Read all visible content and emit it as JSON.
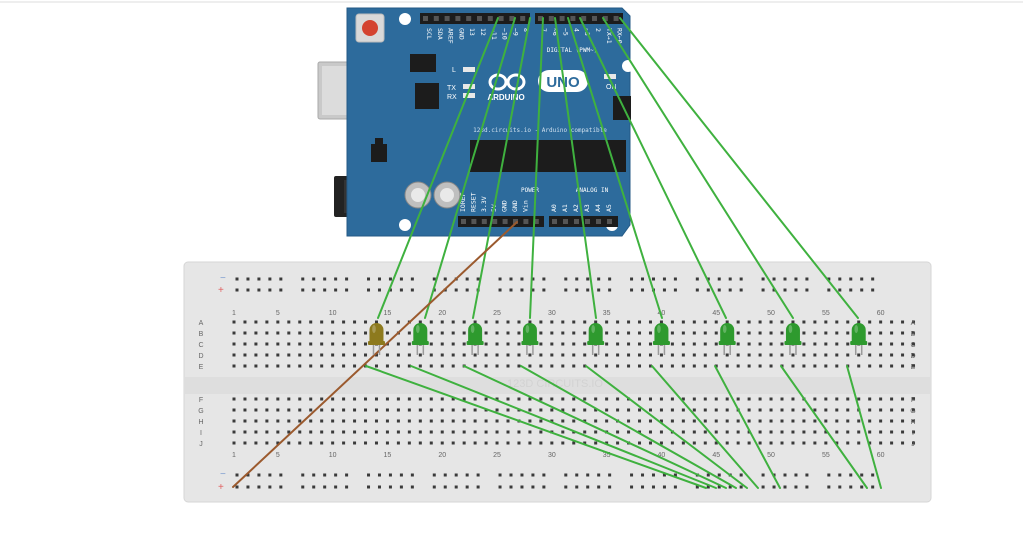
{
  "board": {
    "reset_label": "RESET",
    "brand": "ARDUINO",
    "model": "UNO",
    "on_label": "ON",
    "l_label": "L",
    "tx_label": "TX",
    "rx_label": "RX",
    "chip_text": "123d.circuits.io - Arduino compatible",
    "digital_label": "DIGITAL (PWM~)",
    "power_label": "POWER",
    "analog_label": "ANALOG IN",
    "top_pins": [
      "SCL",
      "SDA",
      "AREF",
      "GND",
      "13",
      "12",
      "~11",
      "~10",
      "~9",
      "8",
      "7",
      "~6",
      "~5",
      "4",
      "~3",
      "2",
      "TX→1",
      "RX←0"
    ],
    "bottom_pins": [
      "IOREF",
      "RESET",
      "3.3V",
      "5V",
      "GND",
      "GND",
      "Vin",
      "A0",
      "A1",
      "A2",
      "A3",
      "A4",
      "A5"
    ]
  },
  "breadboard": {
    "watermark": "123D CIRCUITS.IO",
    "column_numbers": [
      "1",
      "5",
      "10",
      "15",
      "20",
      "25",
      "30",
      "35",
      "40",
      "45",
      "50",
      "55",
      "60"
    ],
    "rows_top": [
      "A",
      "B",
      "C",
      "D",
      "E"
    ],
    "rows_bottom": [
      "F",
      "G",
      "H",
      "I",
      "J"
    ],
    "rail_minus": "−",
    "rail_plus": "+"
  },
  "colors": {
    "board": "#2d6b9c",
    "wire_green": "#3fb13f",
    "wire_brown": "#9b5a2e",
    "led_green": "#2e9a2e",
    "led_yellow": "#8d7a1e",
    "breadboard": "#e6e6e6"
  },
  "leds": [
    {
      "color": "yellow",
      "col": 14
    },
    {
      "color": "green",
      "col": 18
    },
    {
      "color": "green",
      "col": 23
    },
    {
      "color": "green",
      "col": 28
    },
    {
      "color": "green",
      "col": 34
    },
    {
      "color": "green",
      "col": 40
    },
    {
      "color": "green",
      "col": 46
    },
    {
      "color": "green",
      "col": 52
    },
    {
      "color": "green",
      "col": 58
    }
  ]
}
